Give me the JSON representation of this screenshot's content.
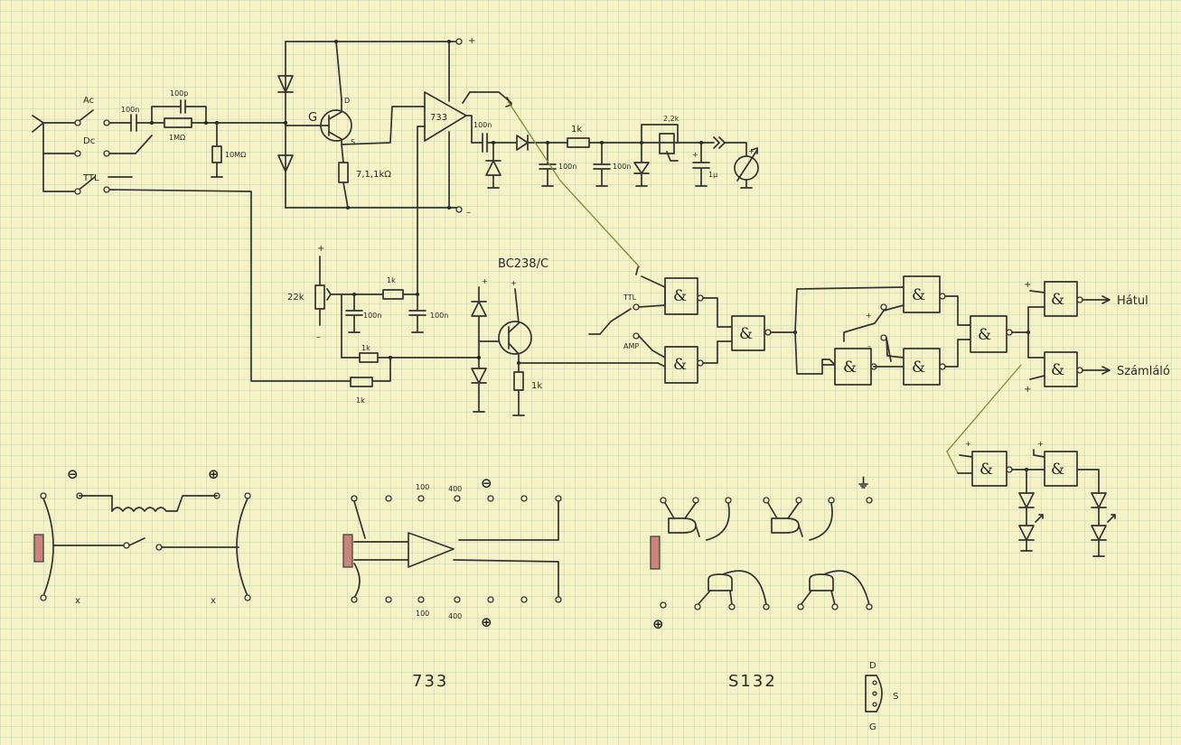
{
  "inputs": {
    "ac": "Ac",
    "dc": "Dc",
    "ttl": "TTL"
  },
  "front_end": {
    "cap_in": "100n",
    "cap_comp": "100p",
    "res_series": "1MΩ",
    "res_shunt": "10MΩ",
    "fet_gate": "G",
    "fet_drain": "D",
    "fet_source": "S",
    "res_source": "7,1,1kΩ"
  },
  "amp": {
    "chip": "733",
    "supply_pos": "+",
    "supply_neg": "–"
  },
  "meter_chain": {
    "cap_out": "100n",
    "res_1": "1k",
    "cap_1": "100n",
    "cap_2": "100n",
    "pot": "2,2k",
    "cap_3": "1µ",
    "plus": "+"
  },
  "bias": {
    "pot": "22k",
    "plus": "+",
    "minus": "–",
    "res_1": "1k",
    "cap_1": "100n",
    "cap_2": "100n",
    "res_2": "1k",
    "res_3": "1k",
    "transistor": "BC238/C",
    "res_emitter": "1k",
    "plus_diode": "+",
    "plus_tr": "+"
  },
  "logic": {
    "gate_symbol": "&",
    "sel_ttl": "TTL",
    "sel_amp": "AMP",
    "plus": "+",
    "minus": "–",
    "out_back": "Hátul",
    "out_counter": "Számláló"
  },
  "layouts": {
    "minus_sym": "⊖",
    "plus_sym": "⊕",
    "ground_sym": "⏚",
    "cross": "x",
    "tap_100_top": "100",
    "tap_400_top": "400",
    "tap_100_bot": "100",
    "tap_400_bot": "400"
  },
  "captions": {
    "chip_733": "733",
    "chip_s132": "S132"
  },
  "pinout": {
    "d": "D",
    "s": "S",
    "g": "G"
  }
}
